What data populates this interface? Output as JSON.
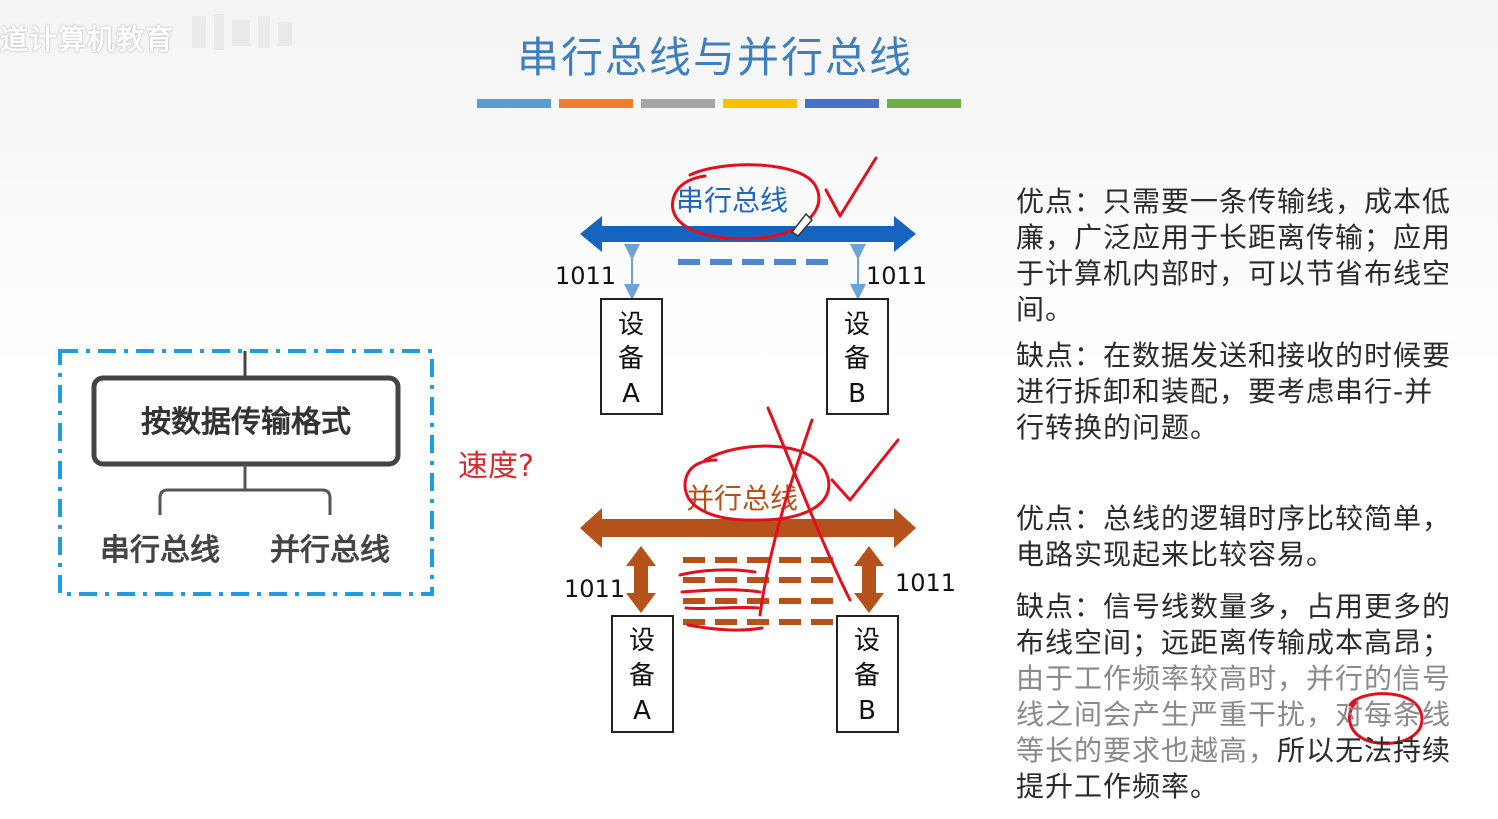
{
  "watermark": {
    "text": "道计算机教育"
  },
  "title": "串行总线与并行总线",
  "title_bar_colors": [
    "#5b9bd5",
    "#ed7d31",
    "#a5a5a5",
    "#ffc000",
    "#4472c4",
    "#70ad47"
  ],
  "classification": {
    "box_label": "按数据传输格式",
    "child_serial": "串行总线",
    "child_parallel": "并行总线",
    "frame_color": "#1f9de0"
  },
  "speed_question": "速度?",
  "serial": {
    "bus_label": "串行总线",
    "bus_color": "#1565c0",
    "bits_left": "1011",
    "bits_right": "1011",
    "device_a": [
      "设",
      "备",
      "A"
    ],
    "device_b": [
      "设",
      "备",
      "B"
    ]
  },
  "parallel": {
    "bus_label": "并行总线",
    "bus_color": "#b5521c",
    "bits_left": "1011",
    "bits_right": "1011",
    "device_a": [
      "设",
      "备",
      "A"
    ],
    "device_b": [
      "设",
      "备",
      "B"
    ]
  },
  "serial_text": {
    "adv": "优点：只需要一条传输线，成本低廉，广泛应用于长距离传输；应用于计算机内部时，可以节省布线空间。",
    "dis": "缺点：在数据发送和接收的时候要进行拆卸和装配，要考虑串行-并行转换的问题。"
  },
  "parallel_text": {
    "adv": "优点：总线的逻辑时序比较简单，电路实现起来比较容易。",
    "dis_main": "缺点：信号线数量多，占用更多的布线空间；远距离传输成本高昂；",
    "dis_faded": "由于工作频率较高时，并行的信号线之间会产生严重干扰，对每条线等长的要求也越高，",
    "dis_end": "所以无法持续提升工作频率。"
  },
  "annotation_color": "#e0101f"
}
